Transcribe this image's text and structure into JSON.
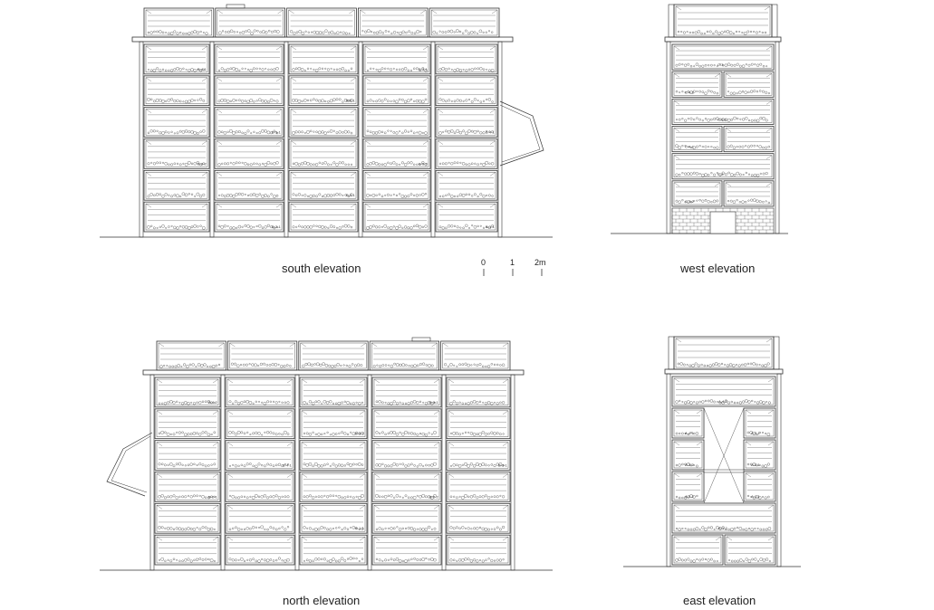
{
  "captions": {
    "south": "south elevation",
    "west": "west elevation",
    "north": "north elevation",
    "east": "east elevation"
  },
  "scale_bar": {
    "labels": [
      "0",
      "1",
      "2m"
    ]
  },
  "element_tags": {
    "south": [
      "B-4-1",
      "B-3-1",
      "B-6-1",
      "B-5-1",
      "B-4-1",
      "B-3-2",
      "B-5-2",
      "B-3-1",
      "B-2-1",
      "B-1-1",
      "B-3-3",
      "B-5-1",
      "B-4-2"
    ],
    "north": [
      "B-4-2",
      "B-5-1",
      "B-3-2",
      "B-4-1",
      "B-3-1",
      "B-2-1",
      "B-2-2",
      "B-1-1"
    ],
    "west": [
      "C-3",
      "C-4-2",
      "C-3-1",
      "C-4-1",
      "C-3",
      "C-3-2",
      "C-3-1"
    ],
    "east": [
      "A-4-2",
      "A-4-1",
      "A-3-1",
      "A-3-2",
      "A-2-1",
      "A-2-2",
      "A-1-1",
      "A-1-2"
    ]
  },
  "line_color": "#333333"
}
